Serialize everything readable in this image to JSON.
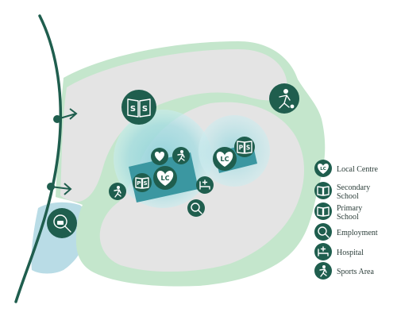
{
  "colors": {
    "dark_green": "#1f5e4e",
    "outer_green": "#bfe3c8",
    "grey": "#e4e4e4",
    "teal_zone": "#9fd8de",
    "teal_block": "#3b97a1",
    "light_blue": "#b9dce6"
  },
  "legend": {
    "items": [
      {
        "icon": "local-centre-icon",
        "label": "Local Centre"
      },
      {
        "icon": "secondary-school-icon",
        "label": "Secondary School"
      },
      {
        "icon": "primary-school-icon",
        "label": "Primary School"
      },
      {
        "icon": "employment-icon",
        "label": "Employment"
      },
      {
        "icon": "hospital-icon",
        "label": "Hospital"
      },
      {
        "icon": "sports-area-icon",
        "label": "Sports Area"
      }
    ]
  },
  "map_icons": {
    "secondary_school": "SS",
    "primary_school": "PS",
    "local_centre": "LC"
  }
}
